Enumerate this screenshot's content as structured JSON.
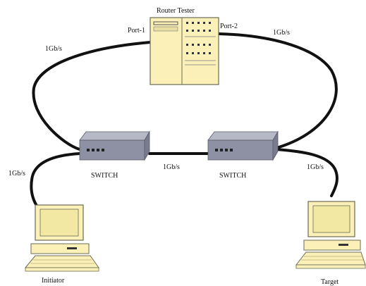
{
  "diagram": {
    "router": {
      "title": "Router Tester",
      "port1": "Port-1",
      "port2": "Port-2"
    },
    "links": {
      "left_uplink": "1Gb/s",
      "right_uplink": "1Gb/s",
      "switch_link": "1Gb/s",
      "initiator_link": "1Gb/s",
      "target_link": "1Gb/s"
    },
    "switches": {
      "left_label": "SWITCH",
      "right_label": "SWITCH"
    },
    "hosts": {
      "initiator": "Initiator",
      "target": "Target"
    },
    "colors": {
      "device_fill": "#fbf1b8",
      "device_stroke": "#6b6b55",
      "switch_top": "#b6b8c6",
      "switch_front": "#8e90a3",
      "cable": "#111111",
      "background": "#ffffff"
    }
  }
}
